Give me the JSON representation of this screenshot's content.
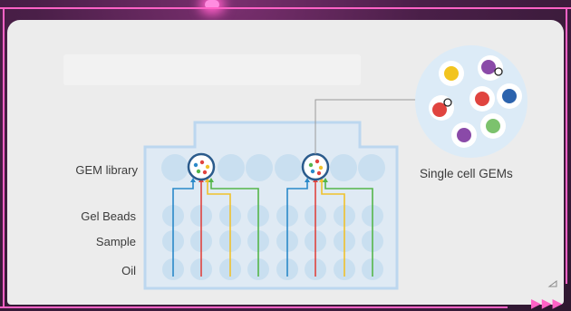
{
  "labels": {
    "gem_library": "GEM library",
    "gel_beads": "Gel Beads",
    "sample": "Sample",
    "oil": "Oil",
    "single_cell_gems": "Single cell GEMs"
  },
  "colors": {
    "panel": "#ececec",
    "chip_outline": "#bcd7ef",
    "well": "#c9dff0",
    "gem_outline": "#2b5b8c",
    "blue_line": "#2a89c9",
    "red_line": "#e0443f",
    "yellow_line": "#f0c12c",
    "green_line": "#55b64a",
    "accent_pink": "#ff62c6"
  },
  "footer_arrows": "▶▶▶"
}
